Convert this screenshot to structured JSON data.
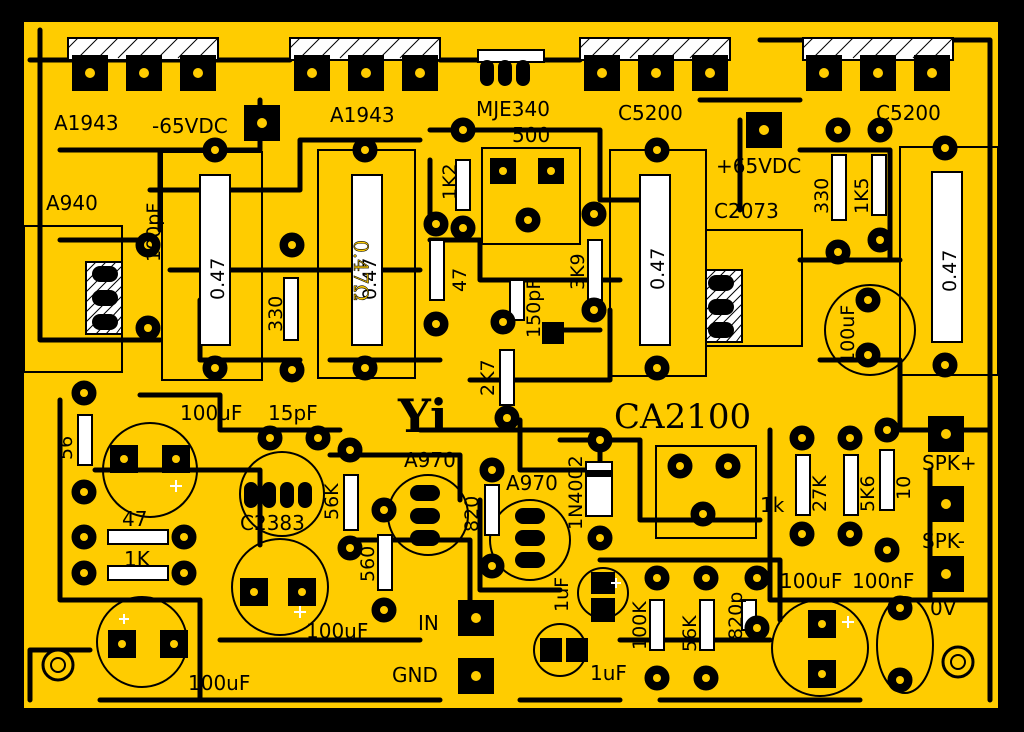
{
  "board": {
    "title": "CA2100",
    "logo": "Yi",
    "colors": {
      "copper": "#FFCC00",
      "background": "#000000",
      "silk": "#000000",
      "pad": "#000000",
      "hole": "#FFCC00"
    }
  },
  "transistors_top": [
    {
      "id": "q1",
      "label": "A1943"
    },
    {
      "id": "q2",
      "label": "A1943"
    },
    {
      "id": "q3",
      "label": "MJE340"
    },
    {
      "id": "q4",
      "label": "C5200"
    },
    {
      "id": "q5",
      "label": "C5200"
    }
  ],
  "labels": {
    "a940": "A940",
    "neg65": "-65VDC",
    "pos65": "+65VDC",
    "c100pf": "100pF",
    "c150pf": "150pF",
    "c2073": "C2073",
    "pot500": "500",
    "r1k2": "1K2",
    "r1k5": "1K5",
    "r330a": "330",
    "r330b": "330",
    "r47a": "47",
    "r3k9": "3K9",
    "r047a": "0.47",
    "r047b": "0.47",
    "r047c": "0.47",
    "r047d": "0.47",
    "r047mirror": "0.47Ω",
    "r2k7": "2K7",
    "c100uf_right": "100uF",
    "c100uf_left": "100uF",
    "c15pf": "15pF",
    "r56": "56",
    "r47b": "47",
    "r1k": "1K",
    "c2383": "C2383",
    "r56k_left": "56K",
    "a970a": "A970",
    "a970b": "A970",
    "r820": "820",
    "r560": "560",
    "d1n4002": "1N4002",
    "pot1k": "1k",
    "r27k": "27K",
    "r5k6": "5K6",
    "r10": "10",
    "c100uf_mid": "100uF",
    "c100uf_bl": "100uF",
    "c1uf_a": "1uF",
    "c1uf_b": "1uF",
    "r100k": "100K",
    "r56k_right": "56K",
    "c820p": "820p",
    "c100uf_br": "100uF",
    "c100nf": "100nF",
    "spk_pos": "SPK+",
    "spk_neg": "SPK-",
    "zero_v": "0V",
    "in": "IN",
    "gnd": "GND"
  }
}
